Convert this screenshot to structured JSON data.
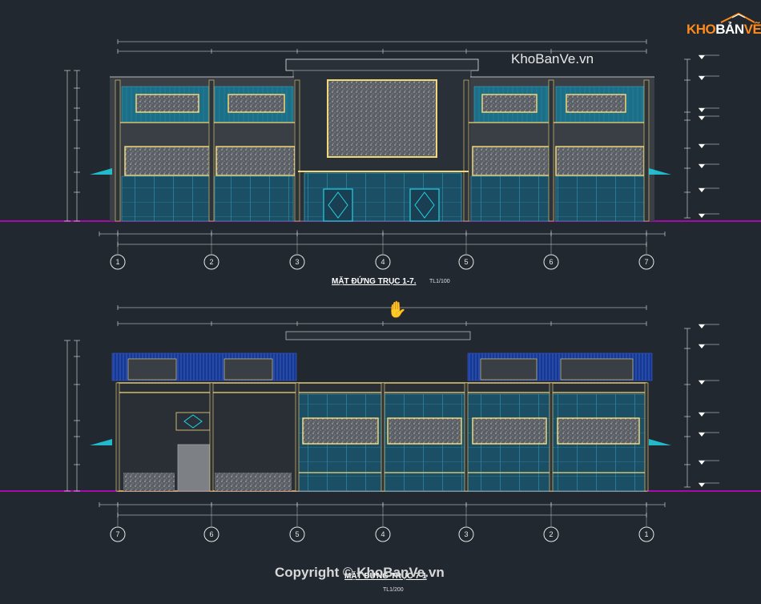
{
  "logo": {
    "text_orange": "KHO",
    "text_white": "BẢN",
    "text_orange2": "VẼ"
  },
  "watermark_top": "KhoBanVe.vn",
  "watermark_bottom": "Copyright © KhoBanVe.vn",
  "elevation1": {
    "title": "MẶT ĐỨNG TRỤC 1-7.",
    "scale": "TL1/100",
    "axes": [
      "1",
      "2",
      "3",
      "4",
      "5",
      "6",
      "7"
    ]
  },
  "elevation2": {
    "title": "MẶT ĐỨNG TRỤC 7-1",
    "scale": "TL1/200",
    "axes": [
      "7",
      "6",
      "5",
      "4",
      "3",
      "2",
      "1"
    ]
  },
  "colors": {
    "background": "#212830",
    "facade_blue": "#1c6f86",
    "frame_yellow": "#f2d77a",
    "ground_magenta": "#d400d4",
    "dimension_white": "#e6e6e6",
    "accent_cyan": "#22d3e6",
    "roof_blue": "#2a3fb0"
  },
  "icons": {
    "cursor": "hand-cursor-icon"
  }
}
